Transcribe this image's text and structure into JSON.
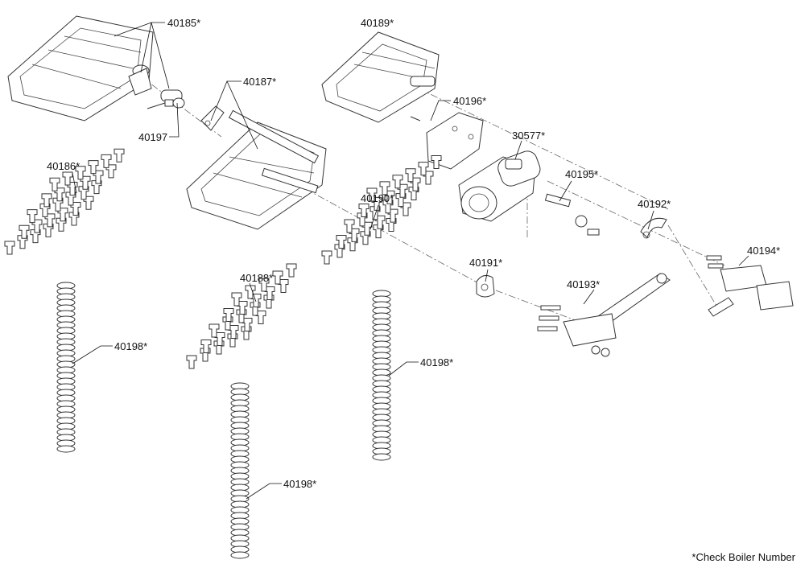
{
  "labels": {
    "p40185": "40185*",
    "p40187": "40187*",
    "p40197": "40197",
    "p40186": "40186*",
    "p40189": "40189*",
    "p40196": "40196*",
    "p30577": "30577*",
    "p40195": "40195*",
    "p40192": "40192*",
    "p40190": "40190*",
    "p40191": "40191*",
    "p40194": "40194*",
    "p40193": "40193*",
    "p40188": "40188*",
    "p40198a": "40198*",
    "p40198b": "40198*",
    "p40198c": "40198*"
  },
  "footnote": "*Check Boiler Number"
}
